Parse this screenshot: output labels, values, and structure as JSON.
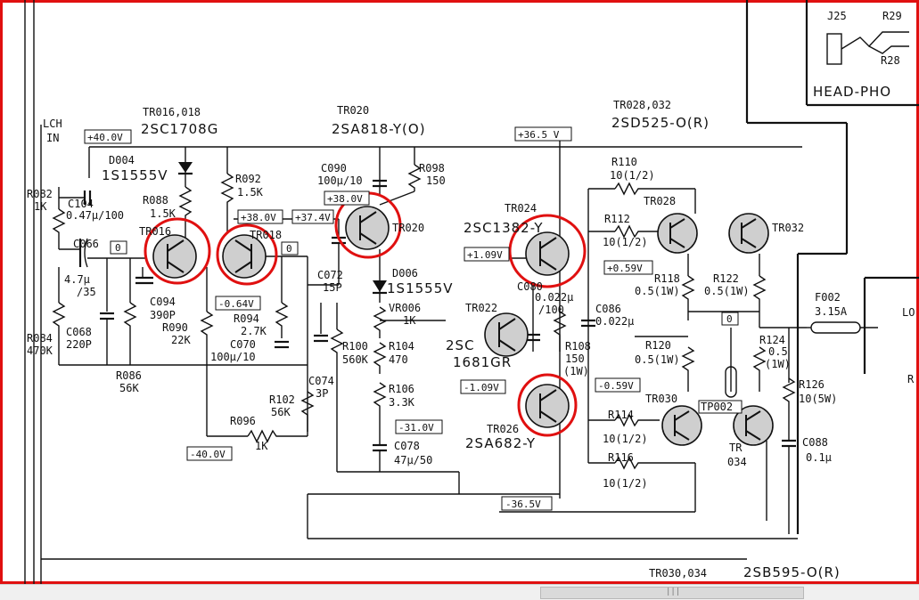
{
  "header": {
    "lch_in_1": "LCH",
    "lch_in_2": "IN",
    "j25": "J25",
    "r29": "R29",
    "r28": "R28",
    "headphone": "HEAD-PHO",
    "tr016_018": "TR016,018",
    "tr016_018_part": "2SC1708G",
    "tr020": "TR020",
    "tr020_part": "2SA818-Y(O)",
    "tr028_032": "TR028,032",
    "tr028_032_part": "2SD525-O(R)",
    "tr030_034": "TR030,034",
    "tr030_034_part": "2SB595-O(R)"
  },
  "voltages": {
    "v_p40": "+40.0V",
    "v_p365_top": "+36.5 V",
    "v_p380": "+38.0V",
    "v_p374": "+37.4V",
    "v_p380b": "+38.0V",
    "v_0a": "0",
    "v_0b": "0",
    "v_m064": "-0.64V",
    "v_p109": "+1.09V",
    "v_p059": "+0.59V",
    "v_0c": "0",
    "v_m109": "-1.09V",
    "v_m059": "-0.59V",
    "v_m310": "-31.0V",
    "v_m400": "-40.0V",
    "v_m365": "-36.5V"
  },
  "components": {
    "d004": "D004",
    "d004_part": "1S1555V",
    "r082": "R082",
    "r082_val": "1K",
    "c104": "C104",
    "c104_val": "0.47µ/100",
    "c066": "C066",
    "c066_val1": "4.7µ",
    "c066_val2": "/35",
    "r088": "R088",
    "r088_val": "1.5K",
    "r092": "R092",
    "r092_val": "1.5K",
    "tr016": "TR016",
    "tr018": "TR018",
    "c094": "C094",
    "c094_val": "390P",
    "r090": "R090",
    "r090_val": "22K",
    "r094": "R094",
    "r094_val": "2.7K",
    "c070": "C070",
    "c070_val": "100µ/10",
    "r084": "R084",
    "r084_val": "470K",
    "c068": "C068",
    "c068_val": "220P",
    "r086": "R086",
    "r086_val": "56K",
    "r096": "R096",
    "r096_val": "1K",
    "r102": "R102",
    "r102_val": "56K",
    "c090": "C090",
    "c090_val": "100µ/10",
    "r098": "R098",
    "r098_val": "150",
    "tr020_label": "TR020",
    "c072": "C072",
    "c072_val": "15P",
    "d006": "D006",
    "d006_part": "1S1555V",
    "vr006": "VR006",
    "vr006_val": "1K",
    "r100": "R100",
    "r100_val": "560K",
    "r104": "R104",
    "r104_val": "470",
    "c074": "C074",
    "c074_val": "3P",
    "r106": "R106",
    "r106_val": "3.3K",
    "c078": "C078",
    "c078_val": "47µ/50",
    "tr024": "TR024",
    "tr024_part": "2SC1382-Y",
    "tr022": "TR022",
    "tr022_part1": "2SC",
    "tr022_part2": "1681GR",
    "c080": "C080",
    "c080_val1": "0.022µ",
    "c080_val2": "/100",
    "r108": "R108",
    "r108_val1": "150",
    "r108_val2": "(1W)",
    "tr026": "TR026",
    "tr026_part": "2SA682-Y",
    "c086": "C086",
    "c086_val": "0.022µ",
    "r110": "R110",
    "r110_val": "10(1/2)",
    "r112": "R112",
    "r112_val": "10(1/2)",
    "tr028": "TR028",
    "tr032": "TR032",
    "r118": "R118",
    "r118_val": "0.5(1W)",
    "r122": "R122",
    "r122_val": "0.5(1W)",
    "r120": "R120",
    "r120_val": "0.5(1W)",
    "r124": "R124",
    "r124_val1": "0.5",
    "r124_val2": "(1W)",
    "tr030": "TR030",
    "tp002": "TP002",
    "tr034_1": "TR",
    "tr034_2": "034",
    "r114": "R114",
    "r114_val": "10(1/2)",
    "r116": "R116",
    "r116_val": "10(1/2)",
    "f002": "F002",
    "f002_val": "3.15A",
    "r126": "R126",
    "r126_val": "10(5W)",
    "c088": "C088",
    "c088_val": "0.1µ",
    "lo": "LO",
    "r_edge": "R"
  },
  "scrollbar": {
    "grip": "|||"
  },
  "colors": {
    "ink": "#111111",
    "annotation": "#e01010",
    "transistor_fill": "#cfcfcf"
  }
}
